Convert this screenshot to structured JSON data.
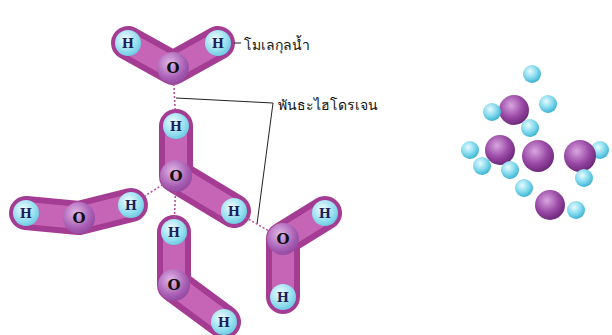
{
  "diagram": {
    "nodes": [
      {
        "text": [
          "H"
        ]
      },
      {
        "text": [
          "O"
        ]
      },
      {
        "text": [
          "H"
        ]
      },
      {
        "text": [
          "H"
        ]
      },
      {
        "text": [
          "O"
        ]
      },
      {
        "text": [
          "H"
        ]
      },
      {
        "text": [
          "H"
        ]
      },
      {
        "text": [
          "O"
        ]
      },
      {
        "text": [
          "H"
        ]
      },
      {
        "text": [
          "H"
        ]
      },
      {
        "text": [
          "O"
        ]
      },
      {
        "text": [
          "H"
        ]
      },
      {
        "text": [
          "H"
        ]
      },
      {
        "text": [
          "O"
        ]
      },
      {
        "text": [
          "H"
        ]
      }
    ],
    "edges": [
      {
        "from": 1,
        "to": 3,
        "arrow": "none"
      },
      {
        "from": 4,
        "to": 8,
        "arrow": "none"
      },
      {
        "from": 4,
        "to": 9,
        "arrow": "none"
      },
      {
        "from": 5,
        "to": 13,
        "arrow": "none"
      }
    ],
    "labels": [
      "โมเลกุลน้ำ",
      "พันธะไฮโดรเจน"
    ]
  }
}
